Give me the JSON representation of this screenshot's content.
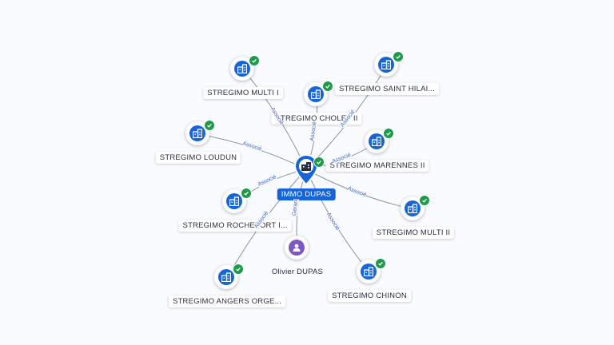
{
  "center": {
    "name": "IMMO DUPAS"
  },
  "nodes": [
    {
      "id": "multi1",
      "label": "STREGIMO MULTI I",
      "type": "company",
      "verified": true
    },
    {
      "id": "cholet2",
      "label": "STREGIMO CHOLET II",
      "type": "company",
      "verified": true
    },
    {
      "id": "sainthilai",
      "label": "STREGIMO SAINT HILAI...",
      "type": "company",
      "verified": true
    },
    {
      "id": "loudun",
      "label": "STREGIMO LOUDUN",
      "type": "company",
      "verified": true
    },
    {
      "id": "marennes2",
      "label": "STREGIMO MARENNES II",
      "type": "company",
      "verified": true
    },
    {
      "id": "rochefort",
      "label": "STREGIMO ROCHEFORT I...",
      "type": "company",
      "verified": true
    },
    {
      "id": "multi2",
      "label": "STREGIMO MULTI II",
      "type": "company",
      "verified": true
    },
    {
      "id": "olivier",
      "label": "Olivier DUPAS",
      "type": "person",
      "verified": false
    },
    {
      "id": "angers",
      "label": "STREGIMO ANGERS ORGE...",
      "type": "company",
      "verified": true
    },
    {
      "id": "chinon",
      "label": "STREGIMO CHINON",
      "type": "company",
      "verified": true
    }
  ],
  "edges": [
    {
      "to": "multi1",
      "label": "Associé"
    },
    {
      "to": "cholet2",
      "label": "Associé"
    },
    {
      "to": "sainthilai",
      "label": "Associé"
    },
    {
      "to": "loudun",
      "label": "Associé"
    },
    {
      "to": "marennes2",
      "label": "Associé"
    },
    {
      "to": "rochefort",
      "label": "Associé"
    },
    {
      "to": "multi2",
      "label": "Associé"
    },
    {
      "to": "olivier",
      "label": "Gérant"
    },
    {
      "to": "angers",
      "label": "Associé"
    },
    {
      "to": "chinon",
      "label": "Associé"
    }
  ],
  "colors": {
    "company": "#1565d8",
    "person": "#7e57c2",
    "verified": "#1f9a4b",
    "edge": "#8a93a8",
    "edge_label": "#3a64c8"
  }
}
